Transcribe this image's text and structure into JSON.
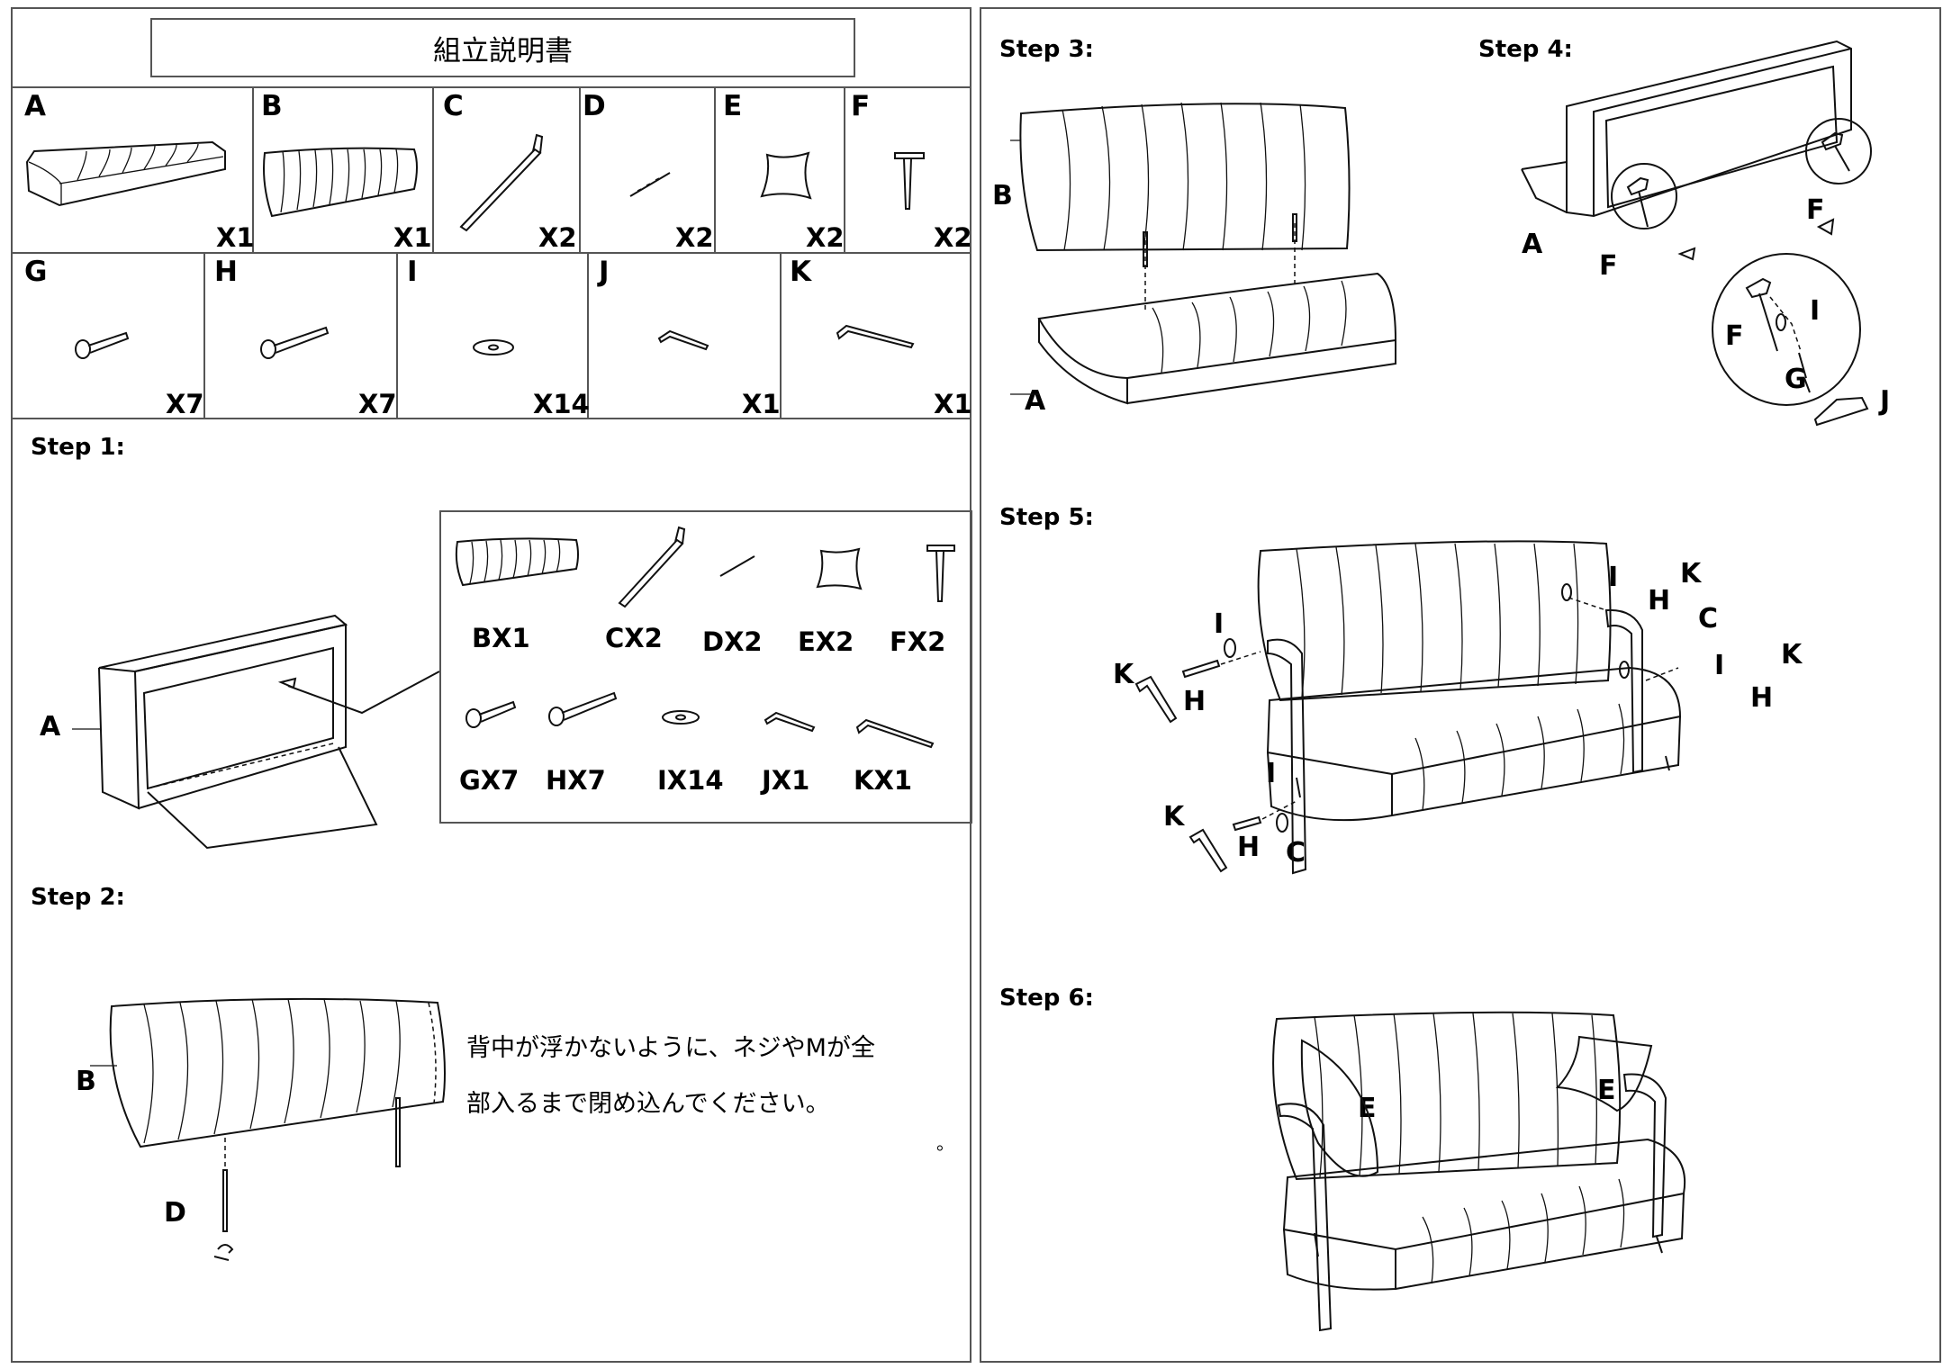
{
  "title": "組立説明書",
  "parts_row1": [
    {
      "letter": "A",
      "qty": "X1"
    },
    {
      "letter": "B",
      "qty": "X1"
    },
    {
      "letter": "C",
      "qty": "X2"
    },
    {
      "letter": "D",
      "qty": "X2"
    },
    {
      "letter": "E",
      "qty": "X2"
    },
    {
      "letter": "F",
      "qty": "X2"
    }
  ],
  "parts_row2": [
    {
      "letter": "G",
      "qty": "X7"
    },
    {
      "letter": "H",
      "qty": "X7"
    },
    {
      "letter": "I",
      "qty": "X14"
    },
    {
      "letter": "J",
      "qty": "X1"
    },
    {
      "letter": "K",
      "qty": "X1"
    }
  ],
  "step1": {
    "label": "Step 1:",
    "callout": "A",
    "inventory_row1": [
      "BX1",
      "CX2",
      "DX2",
      "EX2",
      "FX2"
    ],
    "inventory_row2": [
      "GX7",
      "HX7",
      "IX14",
      "JX1",
      "KX1"
    ]
  },
  "step2": {
    "label": "Step 2:",
    "callout_b": "B",
    "callout_d": "D",
    "instruction_line1": "背中が浮かないように、ネジやMが全",
    "instruction_line2": "部入るまで閉め込んでください。",
    "stray_mark": "。"
  },
  "step3": {
    "label": "Step 3:",
    "callout_b": "B",
    "callout_a": "A"
  },
  "step4": {
    "label": "Step 4:",
    "callout_a": "A",
    "callout_f1": "F",
    "callout_f2": "F",
    "callout_f3": "F",
    "callout_i": "I",
    "callout_g": "G",
    "callout_j": "J"
  },
  "step5": {
    "label": "Step 5:",
    "callouts": {
      "i1": "I",
      "k1": "K",
      "h1": "H",
      "i2": "I",
      "h2": "H",
      "k2": "K",
      "c1": "C",
      "i3": "I",
      "k3": "K",
      "h3": "H",
      "i4": "I",
      "k4": "K",
      "h4": "H",
      "c2": "C"
    }
  },
  "step6": {
    "label": "Step 6:",
    "callout_e1": "E",
    "callout_e2": "E"
  }
}
